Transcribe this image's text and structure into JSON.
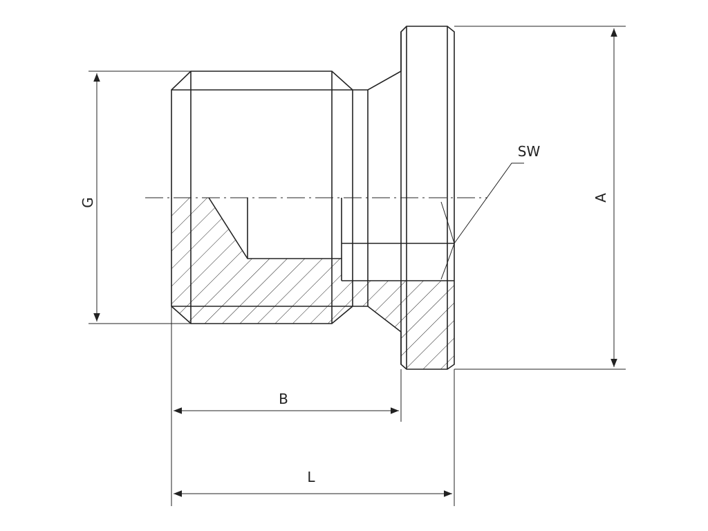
{
  "labels": {
    "g": "G",
    "a": "A",
    "b": "B",
    "l": "L",
    "sw": "SW"
  }
}
